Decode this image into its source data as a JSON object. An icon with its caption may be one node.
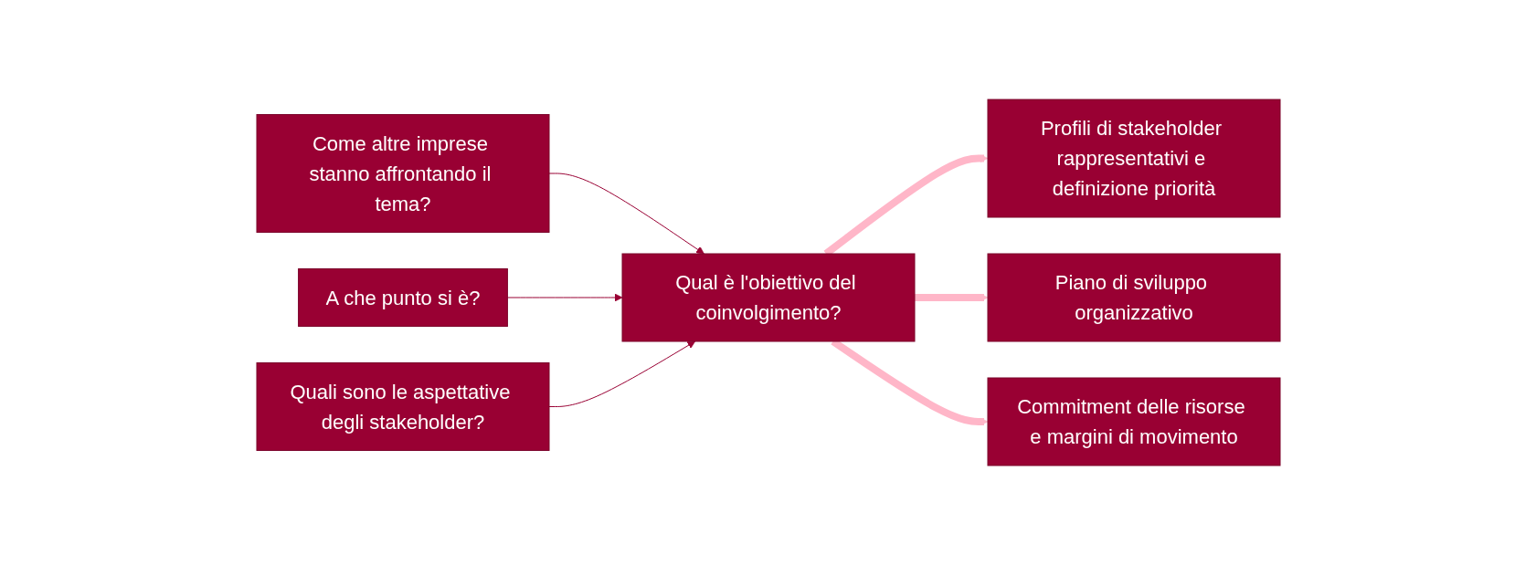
{
  "diagram": {
    "nodes": [
      {
        "text": [
          "Come altre imprese stanno affrontando il tema?"
        ]
      },
      {
        "text": [
          "A che punto si è?"
        ]
      },
      {
        "text": [
          "Qual è l'obiettivo del coinvolgimento?"
        ]
      },
      {
        "text": [
          "Quali sono le aspettative degli stakeholder?"
        ]
      },
      {
        "text": [
          "Profili di stakeholder rappresentativi e definizione priorità"
        ]
      },
      {
        "text": [
          "Piano di sviluppo organizzativo"
        ]
      },
      {
        "text": [
          "Commitment delle risorse e margini di movimento"
        ]
      }
    ],
    "edges": [
      {
        "from": 0,
        "to": 2,
        "arrow": "to"
      },
      {
        "from": 1,
        "to": 2,
        "arrow": "to"
      },
      {
        "from": 3,
        "to": 2,
        "arrow": "to"
      },
      {
        "from": 2,
        "to": 4,
        "arrow": "to",
        "style": "thick",
        "color": "#ffb6c8"
      },
      {
        "from": 2,
        "to": 5,
        "arrow": "to",
        "style": "thick",
        "color": "#ffb6c8"
      },
      {
        "from": 2,
        "to": 6,
        "arrow": "to",
        "style": "thick",
        "color": "#ffb6c8"
      }
    ]
  }
}
